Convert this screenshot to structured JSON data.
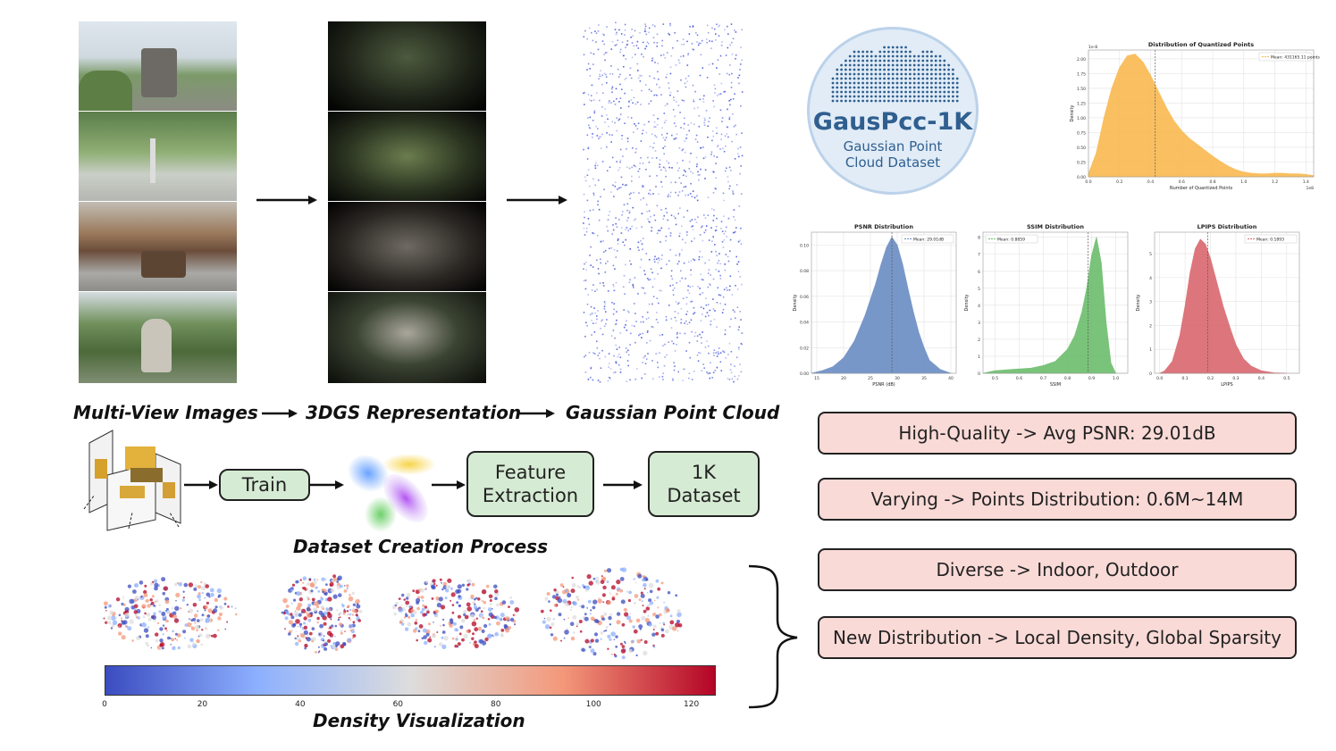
{
  "pipeline": {
    "captions": [
      "Multi-View Images",
      "3DGS Representation",
      "Gaussian Point Cloud"
    ]
  },
  "process": {
    "train_label": "Train",
    "feature_label": "Feature\nExtraction",
    "dataset_label": "1K\nDataset",
    "caption": "Dataset Creation Process"
  },
  "density": {
    "caption": "Density Visualization",
    "colorbar_ticks": [
      "0",
      "20",
      "40",
      "60",
      "80",
      "100",
      "120"
    ],
    "colorbar_colors": [
      "#3b4cc0",
      "#8db0fe",
      "#dddddd",
      "#f4987a",
      "#b40426"
    ]
  },
  "logo": {
    "title": "GausPcc-1K",
    "subtitle_line1": "Gaussian Point",
    "subtitle_line2": "Cloud Dataset",
    "color": "#2f5f8f"
  },
  "highlights": [
    "High-Quality -> Avg PSNR: 29.01dB",
    "Varying -> Points Distribution: 0.6M~14M",
    "Diverse -> Indoor, Outdoor",
    "New Distribution -> Local Density, Global Sparsity"
  ],
  "chart_data": [
    {
      "type": "area",
      "title": "Distribution of Quantized Points",
      "xlabel": "Number of Quantized Points",
      "ylabel": "Density",
      "x_multiplier": "1e8",
      "y_multiplier": "1e-8",
      "legend": "Mean: 431165.11 points",
      "legend_position": "top-right",
      "color": "#f9b94f",
      "xlim": [
        0,
        1.45
      ],
      "ylim": [
        0,
        2.15
      ],
      "xticks": [
        "0.0",
        "0.2",
        "0.4",
        "0.6",
        "0.8",
        "1.0",
        "1.2",
        "1.4"
      ],
      "yticks": [
        "0.00",
        "0.25",
        "0.50",
        "0.75",
        "1.00",
        "1.25",
        "1.50",
        "1.75",
        "2.00"
      ],
      "mean": 0.43,
      "x": [
        0,
        0.05,
        0.1,
        0.15,
        0.2,
        0.25,
        0.3,
        0.35,
        0.4,
        0.45,
        0.5,
        0.55,
        0.6,
        0.65,
        0.7,
        0.75,
        0.8,
        0.85,
        0.9,
        0.95,
        1.0,
        1.05,
        1.1,
        1.15,
        1.2,
        1.25,
        1.3,
        1.35,
        1.4,
        1.45
      ],
      "y": [
        0.05,
        0.4,
        1.0,
        1.5,
        1.85,
        2.05,
        2.08,
        1.95,
        1.72,
        1.45,
        1.18,
        0.95,
        0.78,
        0.65,
        0.55,
        0.45,
        0.35,
        0.26,
        0.18,
        0.12,
        0.08,
        0.06,
        0.05,
        0.05,
        0.06,
        0.06,
        0.05,
        0.05,
        0.04,
        0.02
      ]
    },
    {
      "type": "area",
      "title": "PSNR Distribution",
      "xlabel": "PSNR (dB)",
      "ylabel": "Density",
      "legend": "Mean: 29.01dB",
      "legend_position": "top-right",
      "color": "#6a8cc4",
      "xlim": [
        14,
        41
      ],
      "ylim": [
        0,
        0.11
      ],
      "xticks": [
        "15",
        "20",
        "25",
        "30",
        "35",
        "40"
      ],
      "yticks": [
        "0.00",
        "0.02",
        "0.04",
        "0.06",
        "0.08",
        "0.10"
      ],
      "mean": 29.01,
      "x": [
        14,
        16,
        18,
        20,
        22,
        24,
        26,
        27,
        28,
        29,
        30,
        31,
        32,
        33,
        34,
        35,
        36,
        38,
        40
      ],
      "y": [
        0,
        0.002,
        0.005,
        0.012,
        0.025,
        0.045,
        0.07,
        0.085,
        0.098,
        0.106,
        0.1,
        0.085,
        0.066,
        0.048,
        0.032,
        0.02,
        0.01,
        0.003,
        0
      ]
    },
    {
      "type": "area",
      "title": "SSIM Distribution",
      "xlabel": "SSIM",
      "ylabel": "Density",
      "legend": "Mean: 0.8859",
      "legend_position": "top-left",
      "color": "#6cbd6c",
      "xlim": [
        0.45,
        1.05
      ],
      "ylim": [
        0,
        8.3
      ],
      "xticks": [
        "0.5",
        "0.6",
        "0.7",
        "0.8",
        "0.9",
        "1.0"
      ],
      "yticks": [
        "0",
        "1",
        "2",
        "3",
        "4",
        "5",
        "6",
        "7",
        "8"
      ],
      "mean": 0.8859,
      "x": [
        0.45,
        0.5,
        0.55,
        0.6,
        0.65,
        0.7,
        0.75,
        0.8,
        0.83,
        0.86,
        0.88,
        0.9,
        0.92,
        0.94,
        0.96,
        0.98,
        1.0
      ],
      "y": [
        0,
        0.15,
        0.2,
        0.25,
        0.3,
        0.45,
        0.7,
        1.4,
        2.2,
        3.6,
        5.0,
        6.9,
        8.0,
        6.5,
        3.0,
        0.6,
        0
      ]
    },
    {
      "type": "area",
      "title": "LPIPS Distribution",
      "xlabel": "LPIPS",
      "ylabel": "Density",
      "legend": "Mean: 0.1893",
      "legend_position": "top-right",
      "color": "#d9686e",
      "xlim": [
        -0.02,
        0.55
      ],
      "ylim": [
        0,
        5.9
      ],
      "xticks": [
        "0.0",
        "0.1",
        "0.2",
        "0.3",
        "0.4",
        "0.5"
      ],
      "yticks": [
        "0",
        "1",
        "2",
        "3",
        "4",
        "5"
      ],
      "mean": 0.1893,
      "x": [
        0,
        0.02,
        0.05,
        0.08,
        0.1,
        0.12,
        0.14,
        0.16,
        0.18,
        0.2,
        0.22,
        0.25,
        0.28,
        0.3,
        0.33,
        0.36,
        0.4,
        0.45,
        0.5
      ],
      "y": [
        0,
        0.1,
        0.5,
        1.6,
        2.8,
        4.2,
        5.2,
        5.6,
        5.4,
        4.8,
        4.0,
        2.8,
        1.8,
        1.2,
        0.6,
        0.3,
        0.1,
        0.02,
        0
      ]
    }
  ]
}
